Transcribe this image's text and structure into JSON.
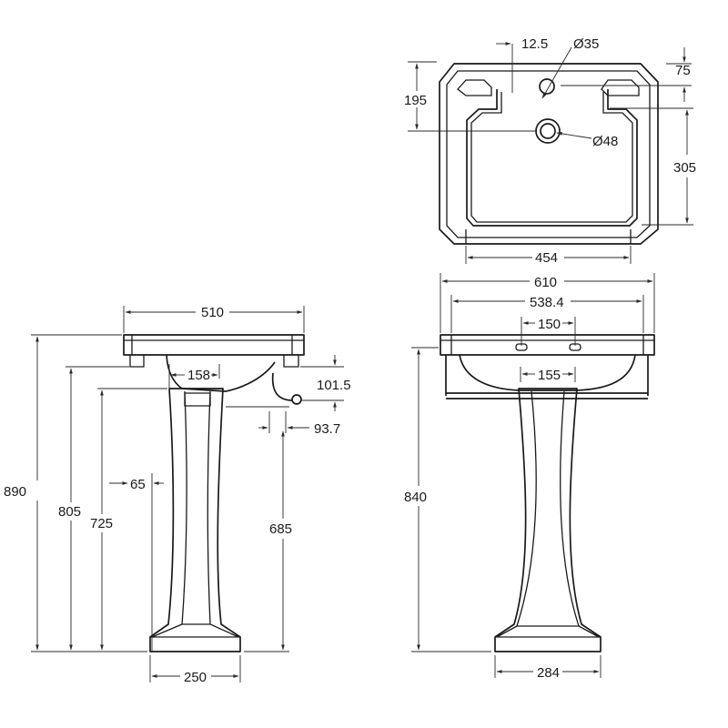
{
  "drawing": {
    "top_view": {
      "dim_tap_offset": "12.5",
      "dim_tap_hole": "Ø35",
      "dim_depth_front": "75",
      "dim_depth_tap": "195",
      "dim_bowl_depth": "305",
      "dim_waste": "Ø48",
      "dim_bowl_width": "454"
    },
    "side_view": {
      "dim_width": "510",
      "dim_overall_height": "890",
      "dim_rim_height": "805",
      "dim_waste_height": "725",
      "dim_trap_height": "685",
      "dim_waste_offset": "158",
      "dim_waste_drop": "101.5",
      "dim_trap_projection": "93.7",
      "dim_pedestal_offset": "65",
      "dim_base_depth": "250"
    },
    "front_view": {
      "dim_overall_width": "610",
      "dim_inner_width": "538.4",
      "dim_tap_centres": "150",
      "dim_waste_width": "155",
      "dim_pedestal_height": "840",
      "dim_base_width": "284"
    }
  }
}
